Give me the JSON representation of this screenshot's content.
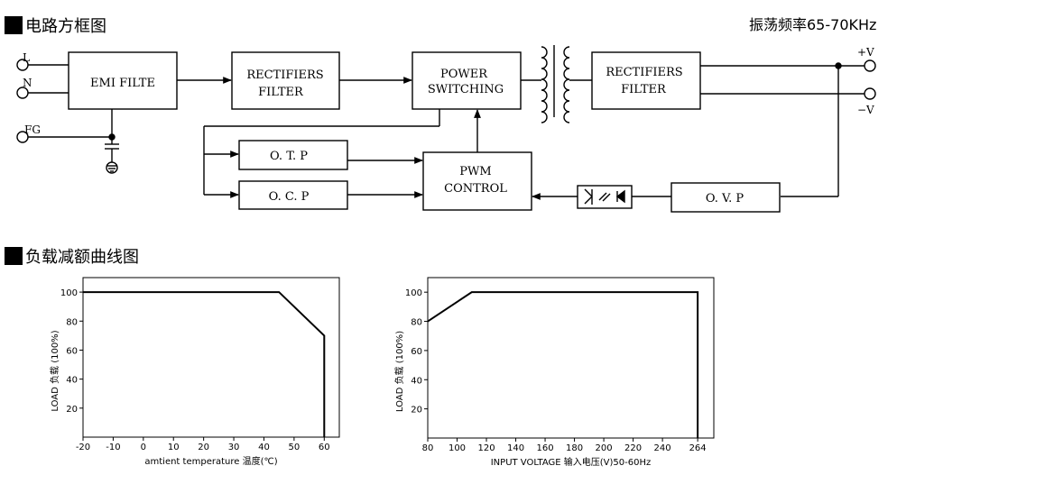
{
  "headings": {
    "block_diagram": "电路方框图",
    "frequency": "振荡频率65-70KHz",
    "derating": "负载减额曲线图"
  },
  "diagram": {
    "terminals": {
      "l": "L",
      "n": "N",
      "fg": "FG",
      "pos": "+V",
      "neg": "−V"
    },
    "blocks": {
      "emi": "EMI FILTE",
      "rect1_line1": "RECTIFIERS",
      "rect1_line2": "FILTER",
      "power_line1": "POWER",
      "power_line2": "SWITCHING",
      "rect2_line1": "RECTIFIERS",
      "rect2_line2": "FILTER",
      "otp": "O. T. P",
      "ocp": "O. C. P",
      "pwm_line1": "PWM",
      "pwm_line2": "CONTROL",
      "ovp": "O. V. P"
    }
  },
  "chart_data": [
    {
      "type": "line",
      "title": "",
      "xlabel": "amtient temperature 温度(℃)",
      "ylabel": "LOAD 负载 (100%)",
      "x_ticks": [
        -20,
        -10,
        0,
        10,
        20,
        30,
        40,
        50,
        60
      ],
      "y_ticks": [
        20,
        40,
        60,
        80,
        100
      ],
      "xlim": [
        -20,
        65
      ],
      "ylim": [
        0,
        110
      ],
      "series": [
        {
          "x": [
            -20,
            45,
            60,
            60
          ],
          "y": [
            100,
            100,
            70,
            0
          ]
        }
      ]
    },
    {
      "type": "line",
      "title": "",
      "xlabel": "INPUT VOLTAGE 输入电压(V)50-60Hz",
      "ylabel": "LOAD 负载 (100%)",
      "x_ticks": [
        80,
        100,
        120,
        140,
        160,
        180,
        200,
        220,
        240,
        264
      ],
      "y_ticks": [
        20,
        40,
        60,
        80,
        100
      ],
      "xlim": [
        80,
        275
      ],
      "ylim": [
        0,
        110
      ],
      "series": [
        {
          "x": [
            80,
            110,
            264,
            264
          ],
          "y": [
            80,
            100,
            100,
            0
          ]
        }
      ]
    }
  ]
}
